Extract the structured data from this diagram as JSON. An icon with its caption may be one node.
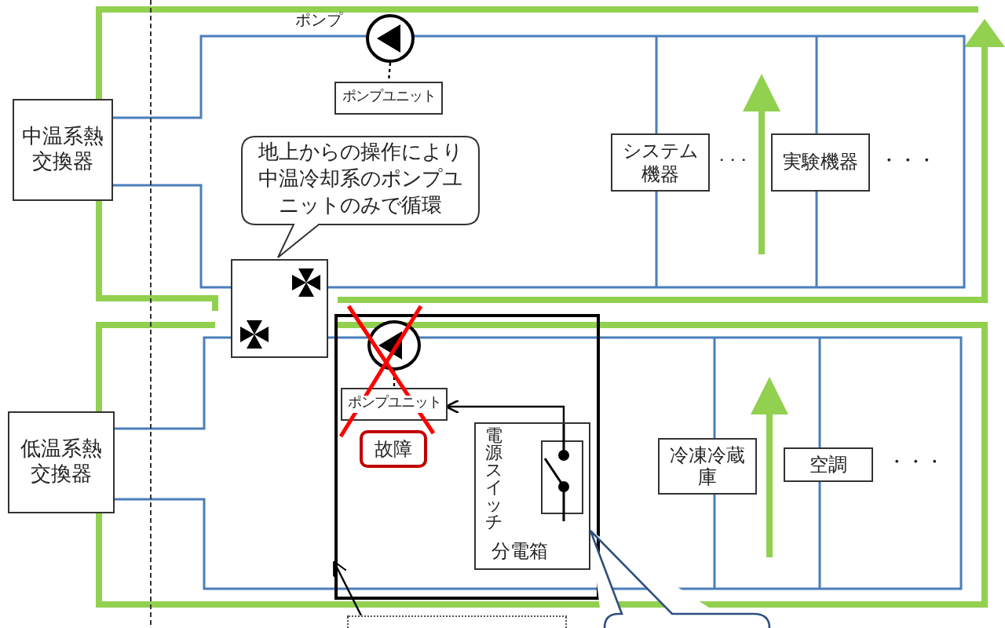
{
  "diagram": {
    "nodes": [
      {
        "text": [
          "中温系熱交換器"
        ]
      },
      {
        "text": [],
        "shape": "circle"
      },
      {
        "text": [
          "ポンプユニット"
        ]
      },
      {
        "text": [
          "地上からの操作により中温冷却系のポンプユニットのみで循環"
        ]
      },
      {
        "text": [],
        "shape": "box"
      },
      {
        "text": [
          "システム機器"
        ]
      },
      {
        "text": [
          "実験機器"
        ]
      },
      {
        "text": [
          "低温系熱交換器"
        ]
      },
      {
        "text": [],
        "shape": "box"
      },
      {
        "text": [],
        "shape": "circle",
        "in": 8
      },
      {
        "text": [
          "ポンプユニット"
        ],
        "in": 8
      },
      {
        "text": [
          "故障"
        ],
        "in": 8
      },
      {
        "text": [
          "電源スイッチ",
          "分電箱"
        ],
        "in": 8
      },
      {
        "text": [
          "冷凍冷蔵庫"
        ]
      },
      {
        "text": [
          "空調"
        ]
      },
      {
        "text": [],
        "shape": "box"
      },
      {
        "text": [],
        "shape": "box"
      }
    ],
    "edges": [
      {
        "from": 1,
        "to": 2,
        "arrow": "none",
        "style": "dashed"
      },
      {
        "from": 9,
        "to": 10,
        "arrow": "none",
        "style": "dashed"
      },
      {
        "from": 12,
        "to": 10,
        "arrow": "to"
      },
      {
        "from": 15,
        "to": 8,
        "arrow": "to"
      }
    ],
    "labels": [
      "ポンプ",
      "・・・",
      "・・・",
      "・・・"
    ]
  }
}
